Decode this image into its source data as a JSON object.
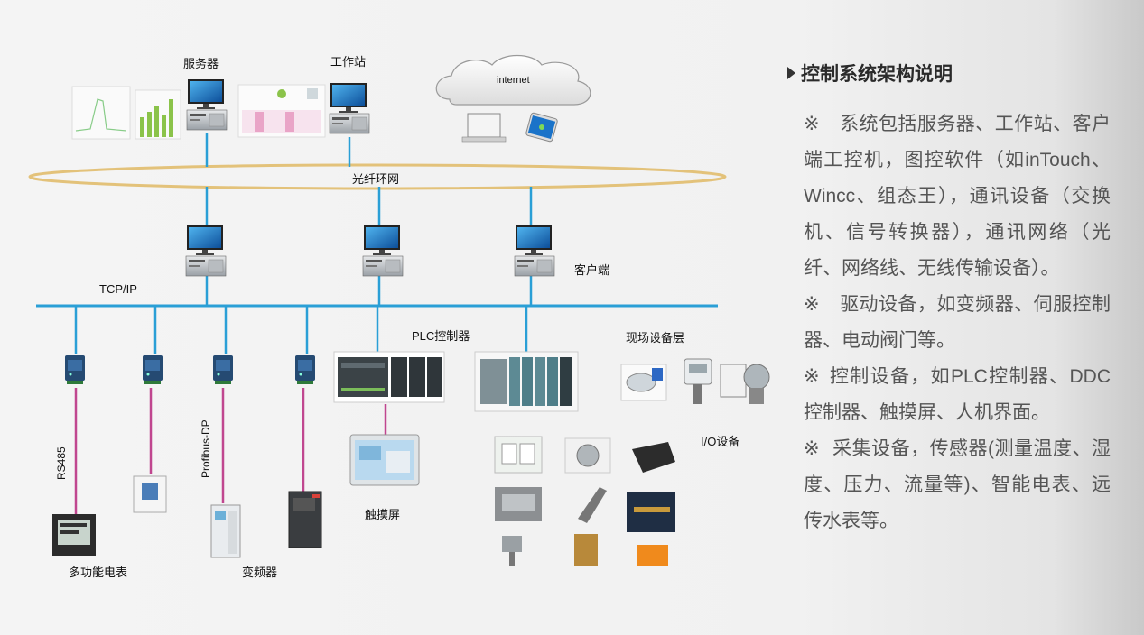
{
  "labels": {
    "server": "服务器",
    "workstation": "工作站",
    "internet": "internet",
    "fiber_ring": "光纤环网",
    "tcpip": "TCP/IP",
    "client": "客户端",
    "plc": "PLC控制器",
    "field_layer": "现场设备层",
    "io": "I/O设备",
    "touchscreen": "触摸屏",
    "rs485": "RS485",
    "profibus": "Profibus-DP",
    "meter": "多功能电表",
    "inverter": "变频器"
  },
  "description": {
    "title": "控制系统架构说明",
    "marker": "※",
    "items": [
      "系统包括服务器、工作站、客户端工控机，图控软件（如inTouch、Wincc、组态王），通讯设备（交换机、信号转换器），通讯网络（光纤、网络线、无线传输设备）。",
      "驱动设备，如变频器、伺服控制器、电动阀门等。",
      "控制设备，如PLC控制器、DDC控制器、触摸屏、人机界面。",
      "采集设备，传感器(测量温度、湿度、压力、流量等)、智能电表、远传水表等。"
    ]
  },
  "colors": {
    "network_line": "#2a9fd6",
    "serial_line": "#c0468f",
    "fiber_ring": "#e3c27a"
  }
}
